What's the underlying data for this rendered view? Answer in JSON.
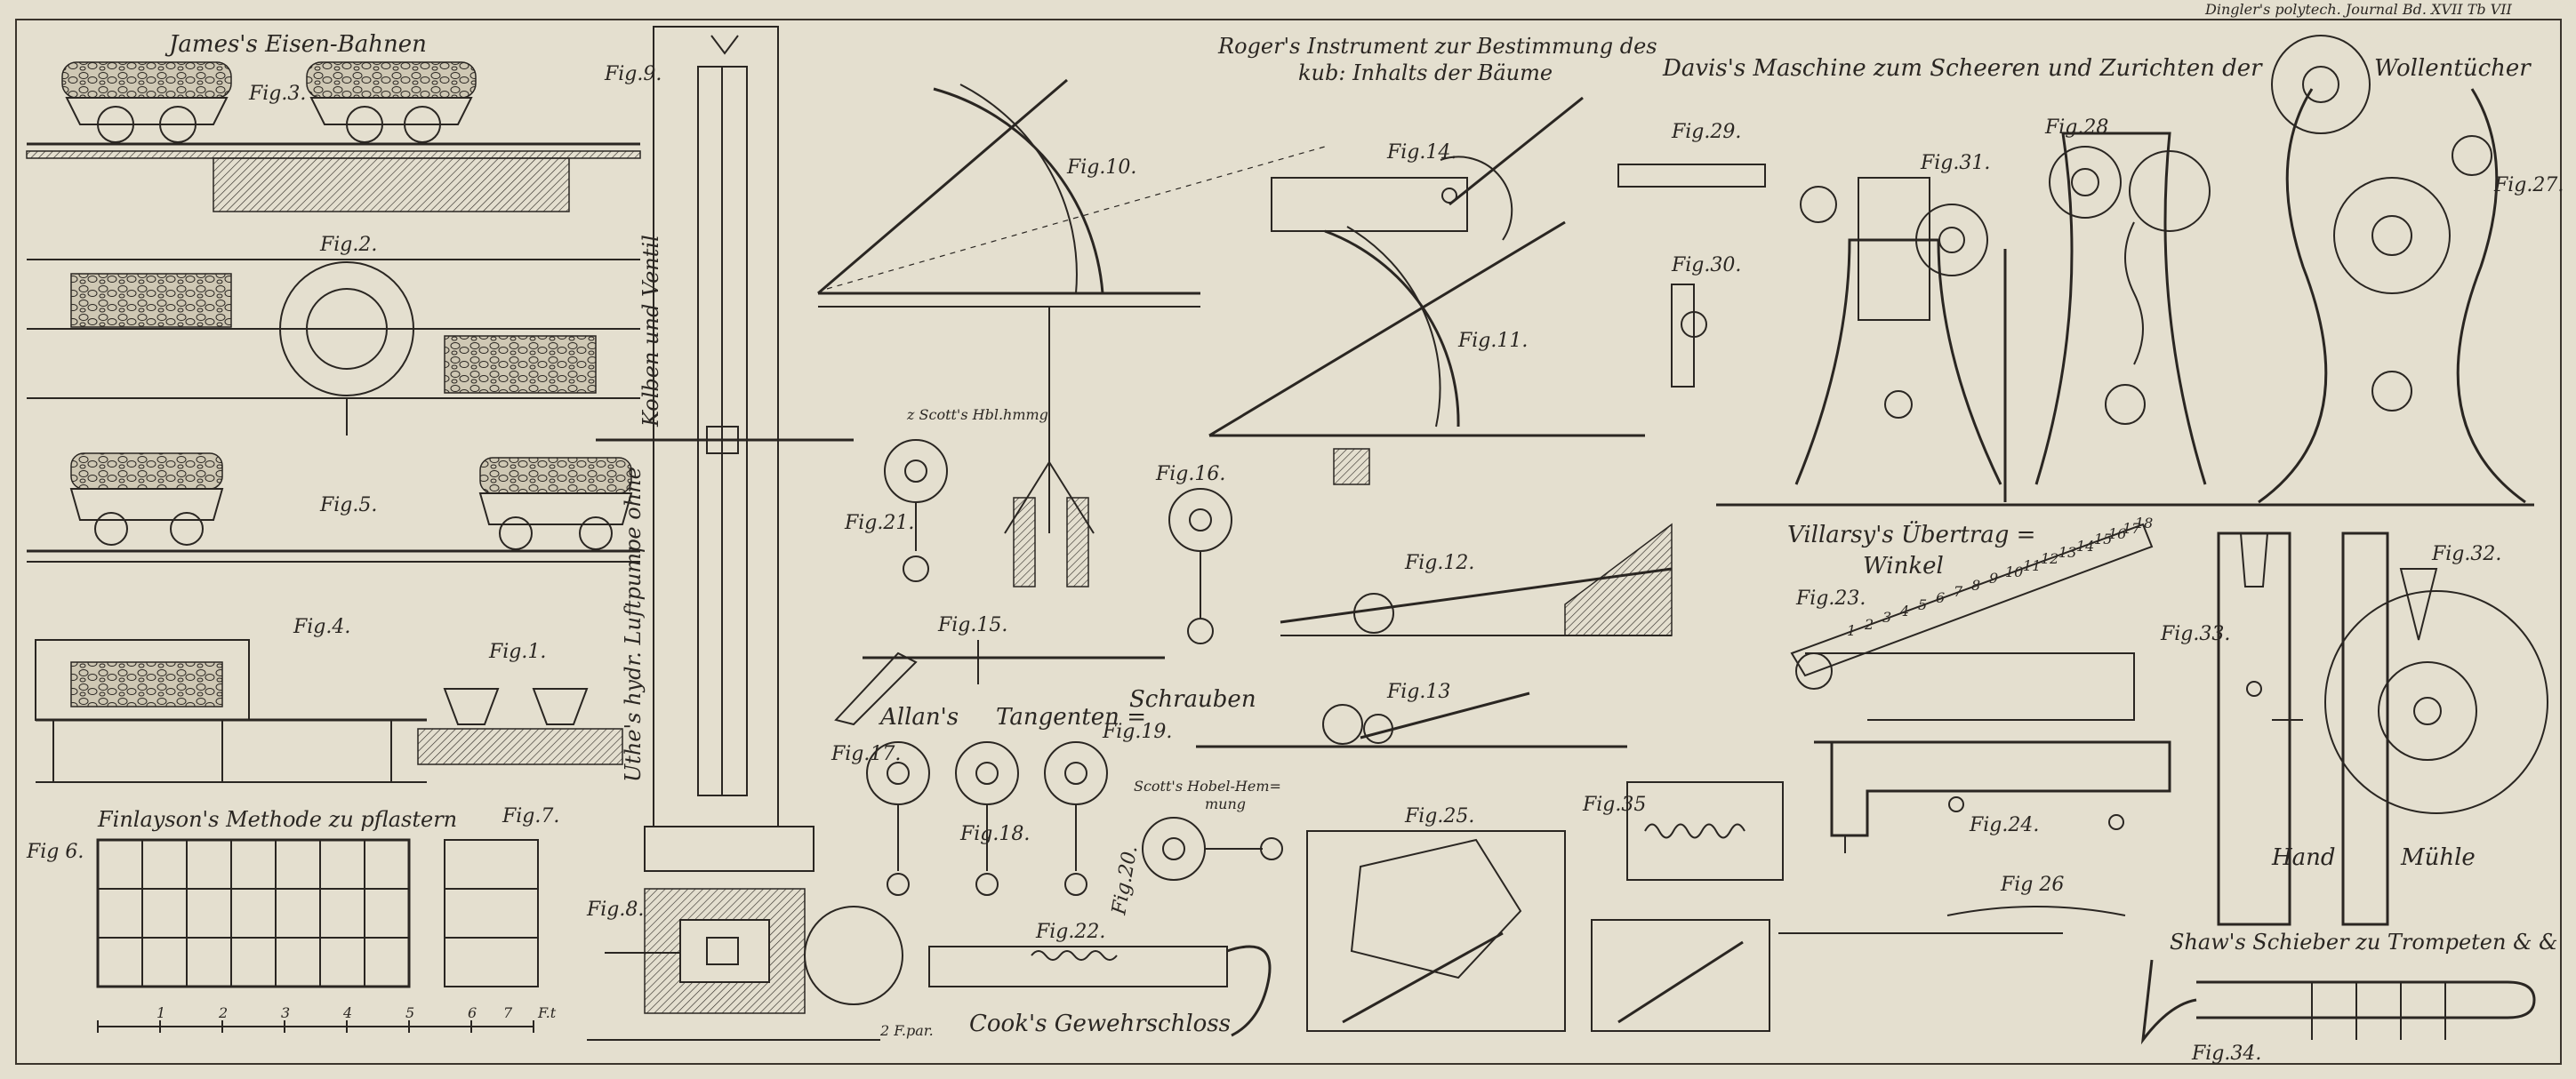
{
  "header": {
    "journal": "Dingler's polytech. Journal Bd. XVII Tb VII"
  },
  "titles": {
    "james": "James's Eisen-Bahnen",
    "roger_1": "Roger's Instrument zur Bestimmung des",
    "roger_2": "kub: Inhalts der Bäume",
    "davis_1": "Davis's Maschine zum Scheeren und Zurichten der",
    "davis_2": "Wollentücher",
    "uthe": "Uthe's hydr. Luftpumpe ohne",
    "kolben": "Kolben und Ventil",
    "allan_1": "Allan's",
    "allan_2": "Tangenten =",
    "allan_3": "Schrauben",
    "scott_a": "z Scott's Hbl.hmmg",
    "scott_b1": "Scott's Hobel-Hem=",
    "scott_b2": "mung",
    "villarsy_1": "Villarsy's Übertrag =",
    "villarsy_2": "Winkel",
    "finlayson": "Finlayson's Methode zu pflastern",
    "cook": "Cook's Gewehrschloss",
    "hand": "Hand",
    "muehle": "Mühle",
    "shaw": "Shaw's Schieber zu Trompeten & &"
  },
  "figures": {
    "f1": "Fig.1.",
    "f2": "Fig.2.",
    "f3": "Fig.3.",
    "f4": "Fig.4.",
    "f5": "Fig.5.",
    "f6": "Fig 6.",
    "f7": "Fig.7.",
    "f8": "Fig.8.",
    "f9": "Fig.9.",
    "f10": "Fig.10.",
    "f11": "Fig.11.",
    "f12": "Fig.12.",
    "f13": "Fig.13",
    "f14": "Fig.14.",
    "f15": "Fig.15.",
    "f16": "Fig.16.",
    "f17": "Fig.17.",
    "f18": "Fig.18.",
    "f19": "Fig.19.",
    "f20": "Fig.20.",
    "f21": "Fig.21.",
    "f22": "Fig.22.",
    "f23": "Fig.23.",
    "f24": "Fig.24.",
    "f25": "Fig.25.",
    "f26": "Fig 26",
    "f27": "Fig.27.",
    "f28": "Fig.28",
    "f29": "Fig.29.",
    "f30": "Fig.30.",
    "f31": "Fig.31.",
    "f32": "Fig.32.",
    "f33": "Fig.33.",
    "f34": "Fig.34.",
    "f35": "Fig.35"
  },
  "scale": {
    "ticks": [
      "1",
      "2",
      "3",
      "4",
      "5",
      "6",
      "7",
      "F.t"
    ],
    "unit": "2 F.par."
  },
  "protractor_ticks": [
    "1",
    "2",
    "3",
    "4",
    "5",
    "6",
    "7",
    "8",
    "9",
    "10",
    "11",
    "12",
    "13",
    "14",
    "15",
    "16",
    "17",
    "18"
  ]
}
